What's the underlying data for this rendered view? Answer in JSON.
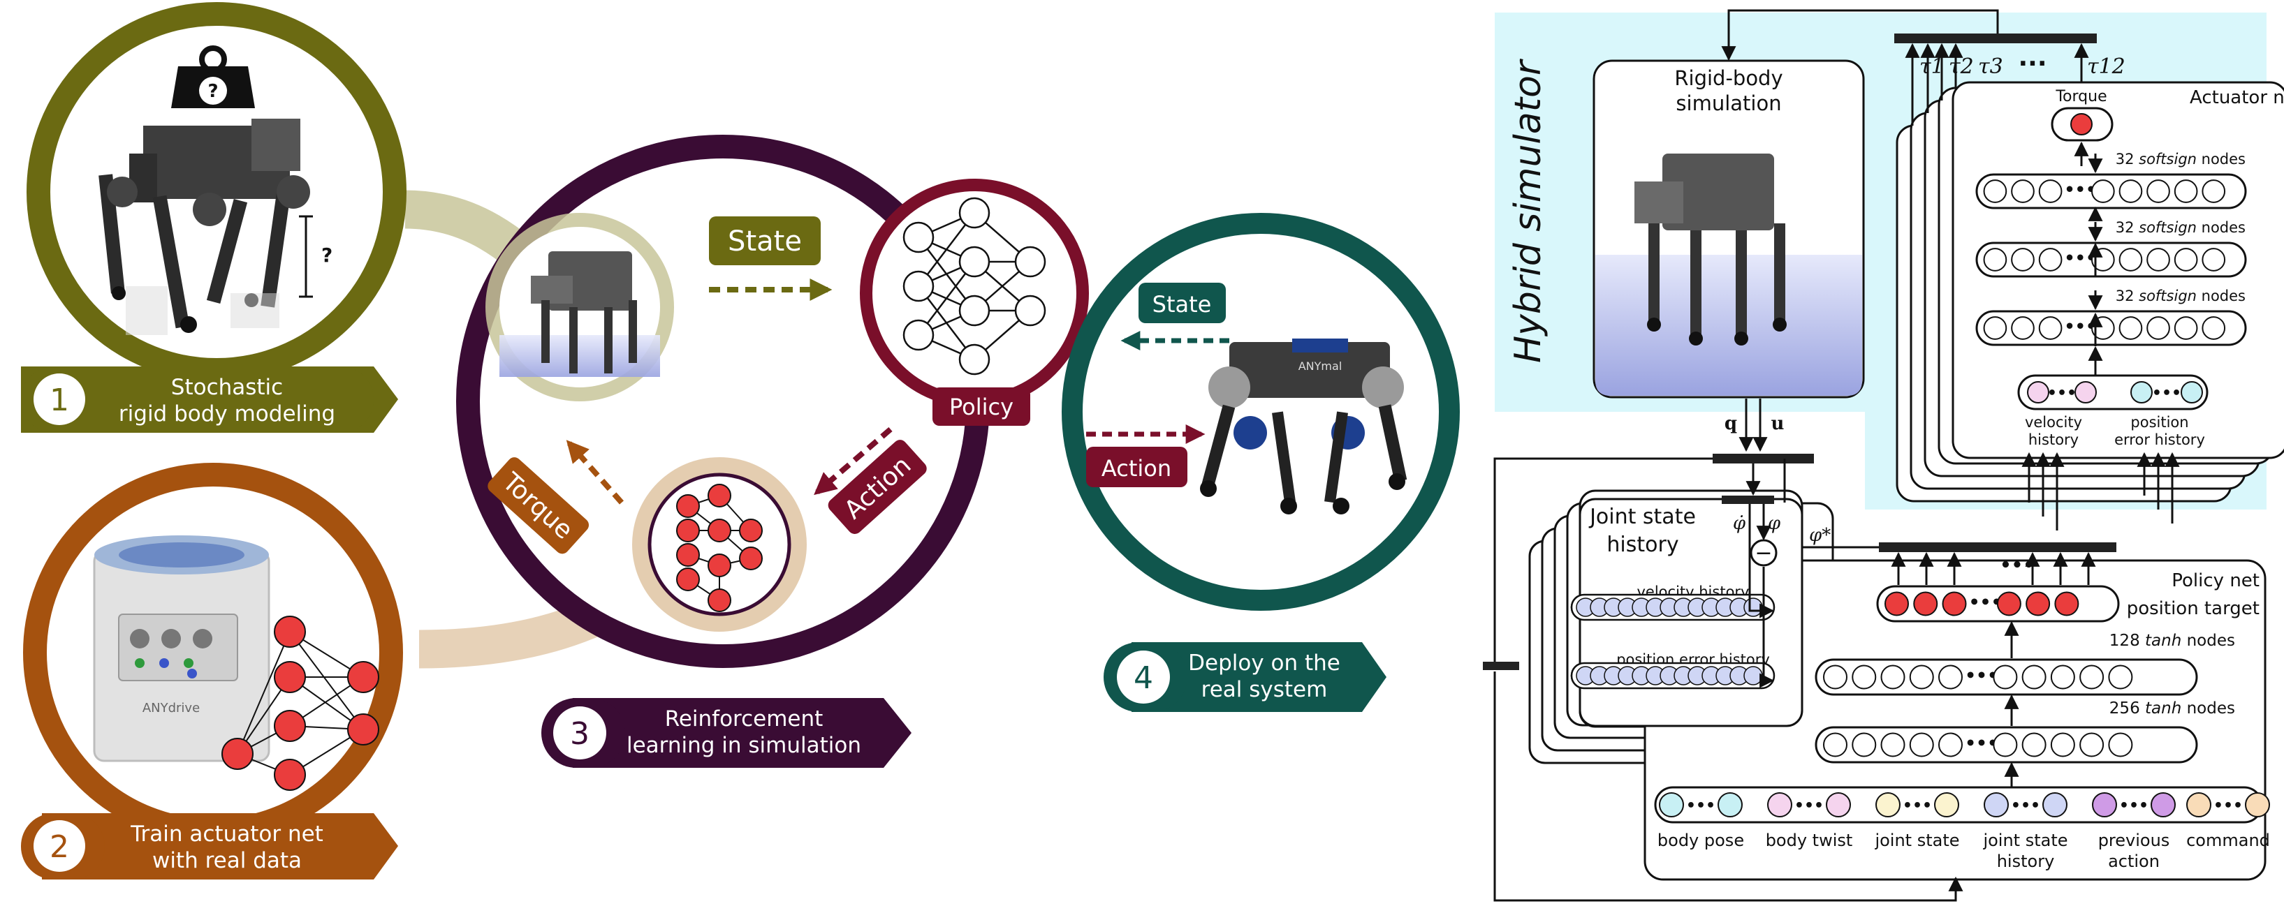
{
  "steps": [
    {
      "num": "1",
      "line1": "Stochastic",
      "line2": "rigid body modeling",
      "color": "#6b6a12"
    },
    {
      "num": "2",
      "line1": "Train actuator net",
      "line2": "with real data",
      "color": "#a5520f"
    },
    {
      "num": "3",
      "line1": "Reinforcement",
      "line2": "learning in simulation",
      "color": "#3a0c34"
    },
    {
      "num": "4",
      "line1": "Deploy on the",
      "line2": "real system",
      "color": "#10564d"
    }
  ],
  "left_labels": {
    "state": "State",
    "policy": "Policy",
    "action": "Action",
    "torque": "Torque",
    "real_state": "State",
    "real_action": "Action",
    "question": "?",
    "anydrive": "ANYdrive",
    "anymal": "ANYmal"
  },
  "right_panel": {
    "hybrid_title": "Hybrid simulator",
    "rigid_body_line1": "Rigid-body",
    "rigid_body_line2": "simulation",
    "q": "q",
    "u": "u",
    "tau_labels": [
      "τ1",
      "τ2",
      "τ3",
      "···",
      "τ12"
    ],
    "actuator_title": "Actuator net",
    "torque": "Torque",
    "softsign_layers": [
      {
        "count": "32",
        "fn": "softsign",
        "suffix": "nodes"
      },
      {
        "count": "32",
        "fn": "softsign",
        "suffix": "nodes"
      },
      {
        "count": "32",
        "fn": "softsign",
        "suffix": "nodes"
      }
    ],
    "actuator_inputs": [
      {
        "line1": "velocity",
        "line2": "history"
      },
      {
        "line1": "position",
        "line2": "error history"
      }
    ],
    "joint_state_line1": "Joint state",
    "joint_state_line2": "history",
    "phi_dot": "φ̇",
    "phi": "φ",
    "phi_star": "φ*",
    "minus": "−",
    "velocity_history": "velocity history",
    "position_error_history": "position error history",
    "policy_title": "Policy net",
    "position_target": "position target",
    "tanh_layers": [
      {
        "count": "128",
        "fn": "tanh",
        "suffix": "nodes"
      },
      {
        "count": "256",
        "fn": "tanh",
        "suffix": "nodes"
      }
    ],
    "policy_inputs": [
      {
        "line1": "body pose",
        "line2": "",
        "color": "#c8f0f4"
      },
      {
        "line1": "body twist",
        "line2": "",
        "color": "#f5d4ee"
      },
      {
        "line1": "joint state",
        "line2": "",
        "color": "#fbf3cf"
      },
      {
        "line1": "joint state",
        "line2": "history",
        "color": "#cfd6f5"
      },
      {
        "line1": "previous",
        "line2": "action",
        "color": "#cf9be6"
      },
      {
        "line1": "command",
        "line2": "",
        "color": "#f9dcb8"
      }
    ]
  },
  "colors": {
    "olive": "#6b6a12",
    "brown": "#a5520f",
    "purple": "#3a0c34",
    "crimson": "#7a0f2a",
    "teal": "#10564d",
    "hybrid_bg": "#d9f7fb",
    "node_red": "#ea3d3d"
  }
}
